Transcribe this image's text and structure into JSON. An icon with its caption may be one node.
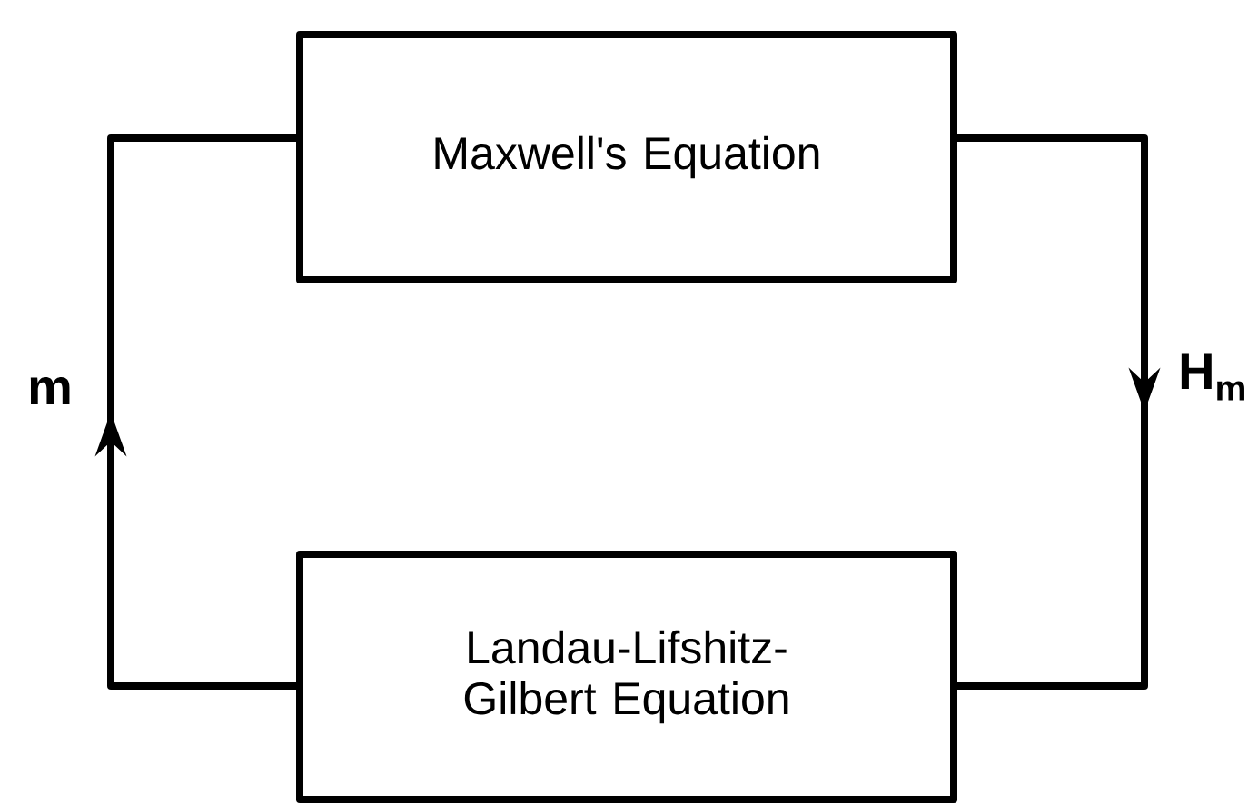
{
  "diagram": {
    "nodes": [
      {
        "text": [
          "Maxwell's Equation"
        ]
      },
      {
        "text": [
          "Landau-Lifshitz-Gilbert Equation"
        ]
      }
    ],
    "edges": [
      {
        "from": 0,
        "to": 1,
        "arrow": "to",
        "label": "H$_{m}$"
      },
      {
        "from": 1,
        "to": 0,
        "arrow": "to",
        "label": "m"
      }
    ]
  }
}
